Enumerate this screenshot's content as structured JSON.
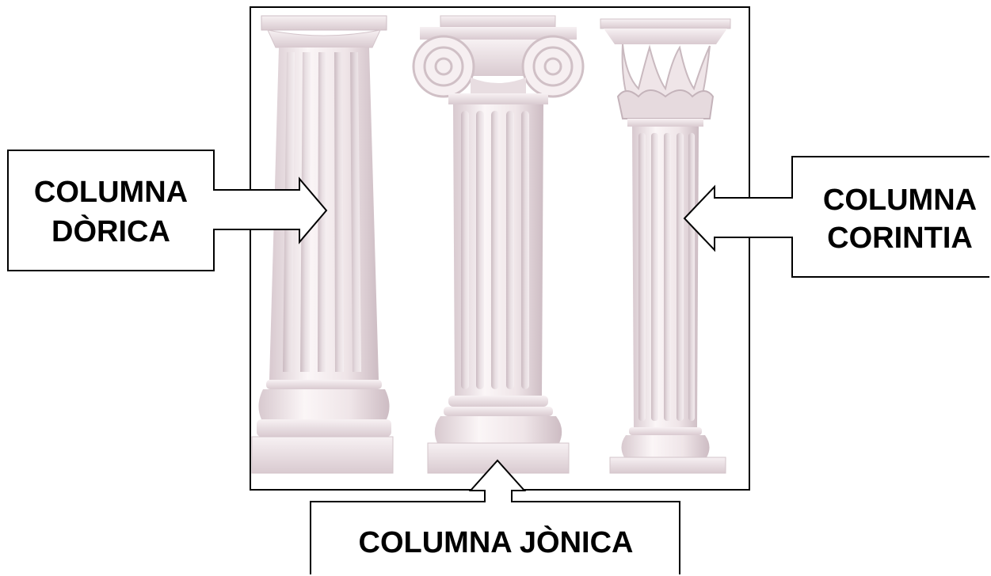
{
  "labels": {
    "doric_line1": "COLUMNA",
    "doric_line2": "DÒRICA",
    "ionic": "COLUMNA JÒNICA",
    "corinthian_line1": "COLUMNA",
    "corinthian_line2": "CORINTIA"
  },
  "colors": {
    "column_light": "#f5eef0",
    "column_mid": "#e4d8dc",
    "column_shadow": "#c9b9bf",
    "outline": "#000000"
  },
  "icons": {
    "doric": "doric-column-icon",
    "ionic": "ionic-column-icon",
    "corinthian": "corinthian-column-icon"
  }
}
